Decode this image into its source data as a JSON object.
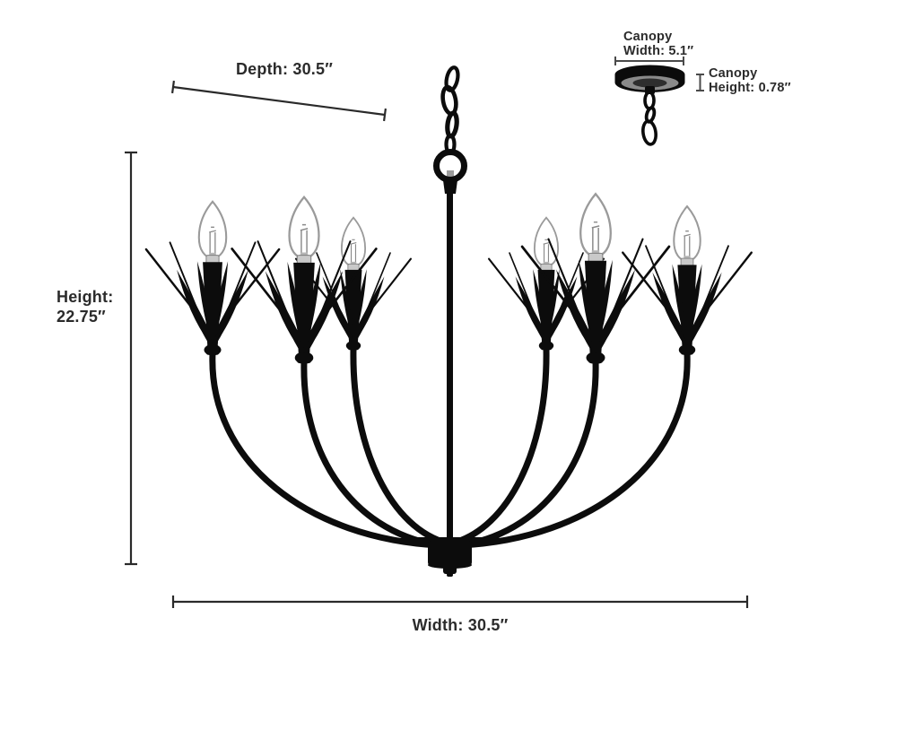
{
  "diagram": {
    "kind": "product-dimension-diagram",
    "subject": "6-light candle chandelier illustration",
    "background": "#ffffff"
  },
  "labels": {
    "depth": "Depth: 30.5″",
    "height": [
      "Height:",
      "22.75″"
    ],
    "width": "Width: 30.5″",
    "canopy_width": [
      "Canopy",
      "Width: 5.1″"
    ],
    "canopy_height": [
      "Canopy",
      "Height: 0.78″"
    ]
  },
  "dimension_values": {
    "depth_inches": 30.5,
    "height_inches": 22.75,
    "width_inches": 30.5,
    "canopy_width_inches": 5.1,
    "canopy_height_inches": 0.78
  },
  "colors": {
    "fixture_black": "#0c0c0c",
    "dimension_line": "#2a2a2a",
    "canopy_measure_line": "#4a4a4a",
    "label_text": "#2b2b2b",
    "bulb_outline": "#9a9a9a",
    "bulb_fill": "#ffffff",
    "metal_band": "#c9c9c9",
    "canopy_underside": "#8a8a8a",
    "background": "#ffffff"
  }
}
